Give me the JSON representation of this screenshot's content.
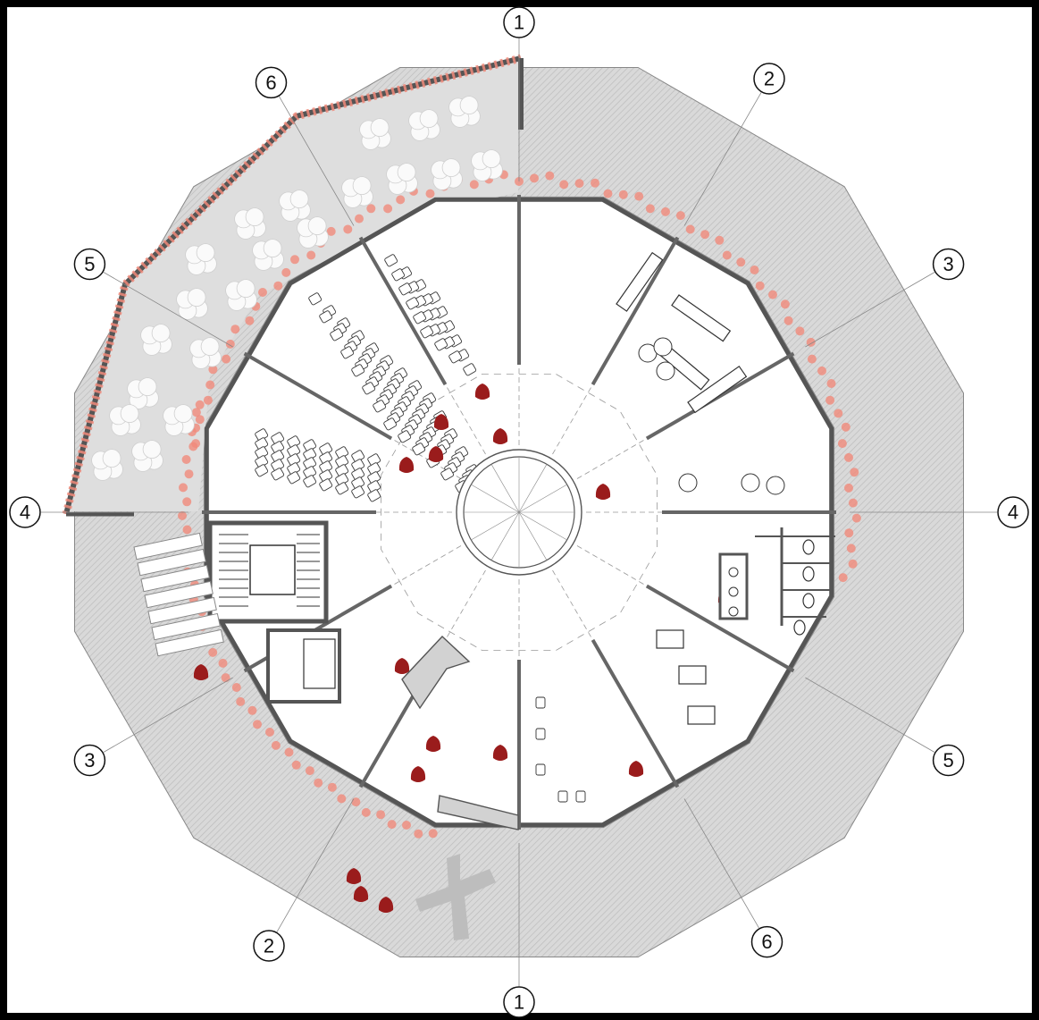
{
  "plan": {
    "axis_labels": [
      {
        "id": "top",
        "text": "1"
      },
      {
        "id": "bottom",
        "text": "1"
      },
      {
        "id": "upper-right",
        "text": "2"
      },
      {
        "id": "lower-left",
        "text": "2"
      },
      {
        "id": "right-upper",
        "text": "3"
      },
      {
        "id": "left-lower",
        "text": "3"
      },
      {
        "id": "right",
        "text": "4"
      },
      {
        "id": "left",
        "text": "4"
      },
      {
        "id": "left-upper",
        "text": "5"
      },
      {
        "id": "right-lower",
        "text": "5"
      },
      {
        "id": "upper-left",
        "text": "6"
      },
      {
        "id": "lower-right",
        "text": "6"
      }
    ],
    "colors": {
      "background": "#000000",
      "paper": "#ffffff",
      "ground_hatch": "#d6d6d6",
      "wall": "#6e6e6e",
      "planting": "#f08a7a",
      "people": "#9a1c1c",
      "sculpture": "#bdbdbd",
      "line": "#333333"
    },
    "icons": [
      "axis-marker-icon",
      "tree-icon",
      "person-icon",
      "chair-icon",
      "stair-icon",
      "toilet-icon"
    ]
  }
}
